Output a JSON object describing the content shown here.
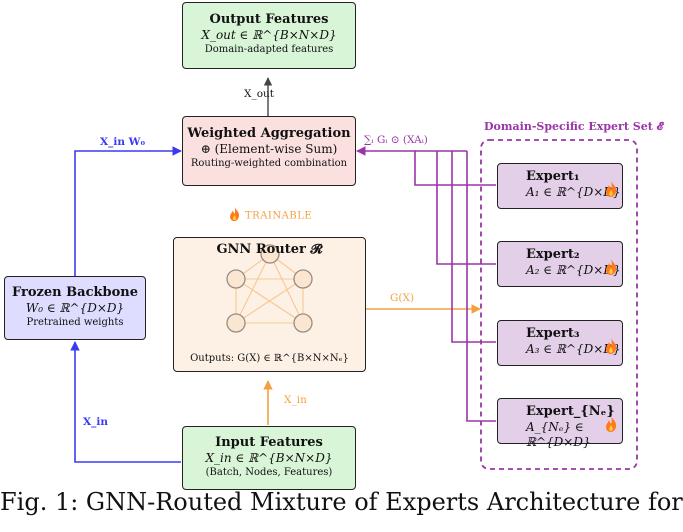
{
  "output": {
    "title": "Output Features",
    "formula": "X_out ∈ ℝ^{B×N×D}",
    "note": "Domain-adapted features"
  },
  "aggregation": {
    "title": "Weighted Aggregation",
    "formula": "⊕ (Element-wise Sum)",
    "note": "Routing-weighted combination"
  },
  "backbone": {
    "title": "Frozen Backbone",
    "formula": "W₀ ∈ ℝ^{D×D}",
    "note": "Pretrained weights"
  },
  "router": {
    "title": "GNN Router 𝓡",
    "outputs": "Outputs: G(X) ∈ ℝ^{B×N×Nₑ}",
    "trainable": "Trainable"
  },
  "input": {
    "title": "Input Features",
    "formula": "X_in ∈ ℝ^{B×N×D}",
    "note": "(Batch, Nodes, Features)"
  },
  "expert_set_label": "Domain-Specific Expert Set 𝓔",
  "experts": [
    {
      "title": "Expert₁",
      "formula": "A₁ ∈ ℝ^{D×D}"
    },
    {
      "title": "Expert₂",
      "formula": "A₂ ∈ ℝ^{D×D}"
    },
    {
      "title": "Expert₃",
      "formula": "A₃ ∈ ℝ^{D×D}"
    },
    {
      "title": "Expert_{Nₑ}",
      "formula": "A_{Nₑ} ∈ ℝ^{D×D}"
    }
  ],
  "edge_labels": {
    "x_out": "X_out",
    "x_in_w0": "X_in W₀",
    "sum": "∑ᵢ Gᵢ ⊙ (XAᵢ)",
    "gx": "G(X)",
    "x_in_router": "X_in",
    "x_in_backbone": "X_in"
  },
  "caption": "Fig. 1: GNN-Routed Mixture of Experts Architecture for",
  "colors": {
    "blue": "#3a3af0",
    "orange": "#f5a040",
    "purple": "#9a35a8",
    "output_fill": "#d8f5d8",
    "agg_fill": "#fbe0e0",
    "backbone_fill": "#dedcff",
    "router_fill": "#fbe6d2",
    "expert_fill": "#e3cfe8"
  }
}
